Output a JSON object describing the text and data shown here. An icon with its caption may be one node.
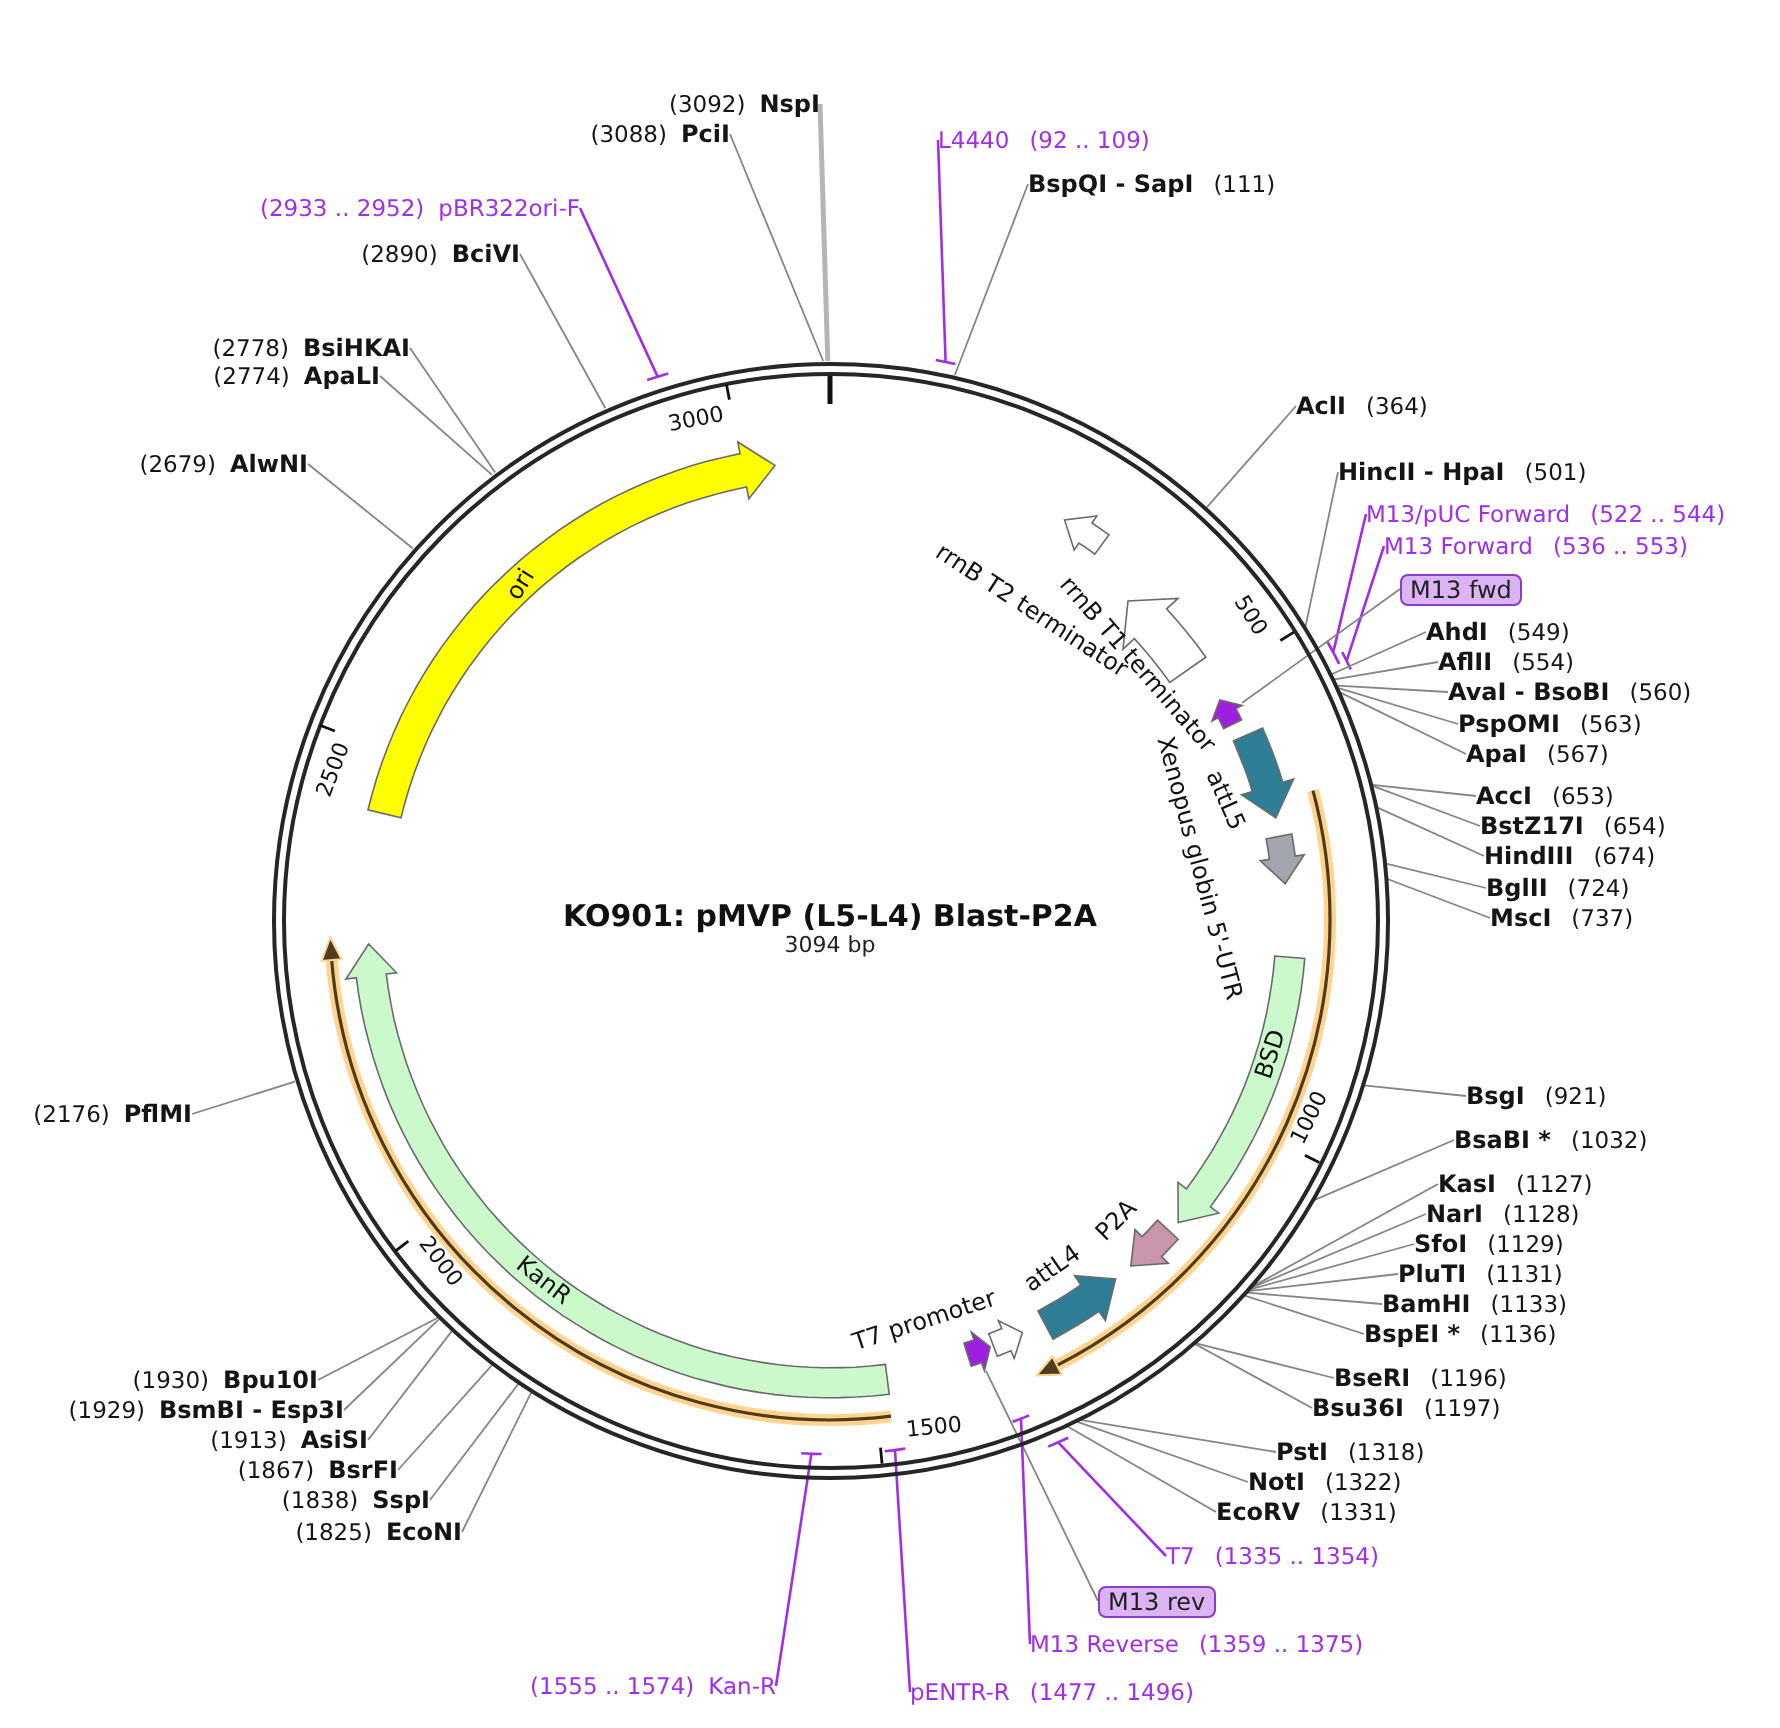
{
  "diagram": {
    "nodes": [
      {
        "text": [
          "KO901: pMVP (L5-L4) Blast-P2A",
          "3094 bp"
        ]
      },
      {
        "text": [
          "ori"
        ],
        "in": 0
      },
      {
        "text": [
          "rrnB T2 terminator"
        ],
        "in": 0
      },
      {
        "text": [
          "rrnB T1 terminator"
        ],
        "in": 0
      },
      {
        "text": [],
        "shape": "arrow",
        "in": 0
      },
      {
        "text": [
          "attL5"
        ],
        "in": 0
      },
      {
        "text": [
          "Xenopus globin 5'-UTR"
        ],
        "in": 0
      },
      {
        "text": [
          "BSD"
        ],
        "in": 0
      },
      {
        "text": [
          "P2A"
        ],
        "in": 0
      },
      {
        "text": [
          "attL4"
        ],
        "in": 0
      },
      {
        "text": [
          "T7 promoter"
        ],
        "in": 0
      },
      {
        "text": [],
        "shape": "arrow",
        "in": 0
      },
      {
        "text": [
          "KanR"
        ],
        "in": 0
      },
      {
        "text": [
          "(3092)",
          "NspI"
        ]
      },
      {
        "text": [
          "(3088)",
          "PciI"
        ]
      },
      {
        "text": [
          "(2933 .. 2952)",
          "pBR322ori-F"
        ]
      },
      {
        "text": [
          "(2890)",
          "BciVI"
        ]
      },
      {
        "text": [
          "(2778)",
          "BsiHKAI"
        ]
      },
      {
        "text": [
          "(2774)",
          "ApaLI"
        ]
      },
      {
        "text": [
          "(2679)",
          "AlwNI"
        ]
      },
      {
        "text": [
          "(2176)",
          "PflMI"
        ]
      },
      {
        "text": [
          "(1930)",
          "Bpu10I"
        ]
      },
      {
        "text": [
          "(1929)",
          "BsmBI - Esp3I"
        ]
      },
      {
        "text": [
          "(1913)",
          "AsiSI"
        ]
      },
      {
        "text": [
          "(1867)",
          "BsrFI"
        ]
      },
      {
        "text": [
          "(1838)",
          "SspI"
        ]
      },
      {
        "text": [
          "(1825)",
          "EcoNI"
        ]
      },
      {
        "text": [
          "(1555 .. 1574)",
          "Kan-R"
        ]
      },
      {
        "text": [
          "pENTR-R",
          "(1477 .. 1496)"
        ]
      },
      {
        "text": [
          "L4440",
          "(92 .. 109)"
        ]
      },
      {
        "text": [
          "BspQI - SapI",
          "(111)"
        ]
      },
      {
        "text": [
          "AclI",
          "(364)"
        ]
      },
      {
        "text": [
          "HincII - HpaI",
          "(501)"
        ]
      },
      {
        "text": [
          "M13/pUC Forward",
          "(522 .. 544)"
        ]
      },
      {
        "text": [
          "M13 Forward",
          "(536 .. 553)"
        ]
      },
      {
        "text": [
          "M13 fwd"
        ]
      },
      {
        "text": [
          "AhdI",
          "(549)"
        ]
      },
      {
        "text": [
          "AflII",
          "(554)"
        ]
      },
      {
        "text": [
          "AvaI - BsoBI",
          "(560)"
        ]
      },
      {
        "text": [
          "PspOMI",
          "(563)"
        ]
      },
      {
        "text": [
          "ApaI",
          "(567)"
        ]
      },
      {
        "text": [
          "AccI",
          "(653)"
        ]
      },
      {
        "text": [
          "BstZ17I",
          "(654)"
        ]
      },
      {
        "text": [
          "HindIII",
          "(674)"
        ]
      },
      {
        "text": [
          "BglII",
          "(724)"
        ]
      },
      {
        "text": [
          "MscI",
          "(737)"
        ]
      },
      {
        "text": [
          "BsgI",
          "(921)"
        ]
      },
      {
        "text": [
          "BsaBI *",
          "(1032)"
        ]
      },
      {
        "text": [
          "KasI",
          "(1127)"
        ]
      },
      {
        "text": [
          "NarI",
          "(1128)"
        ]
      },
      {
        "text": [
          "SfoI",
          "(1129)"
        ]
      },
      {
        "text": [
          "PluTI",
          "(1131)"
        ]
      },
      {
        "text": [
          "BamHI",
          "(1133)"
        ]
      },
      {
        "text": [
          "BspEI *",
          "(1136)"
        ]
      },
      {
        "text": [
          "BseRI",
          "(1196)"
        ]
      },
      {
        "text": [
          "Bsu36I",
          "(1197)"
        ]
      },
      {
        "text": [
          "PstI",
          "(1318)"
        ]
      },
      {
        "text": [
          "NotI",
          "(1322)"
        ]
      },
      {
        "text": [
          "EcoRV",
          "(1331)"
        ]
      },
      {
        "text": [
          "T7",
          "(1335 .. 1354)"
        ]
      },
      {
        "text": [
          "M13 rev"
        ]
      },
      {
        "text": [
          "M13 Reverse",
          "(1359 .. 1375)"
        ]
      }
    ],
    "edges": [
      {
        "from": 13,
        "to": 0,
        "arrow": "none",
        "style": "thick",
        "color": "#b5b5b5"
      },
      {
        "from": 14,
        "to": 0,
        "arrow": "none"
      },
      {
        "from": 15,
        "to": 0,
        "arrow": "none",
        "color": "#a02ee8"
      },
      {
        "from": 16,
        "to": 0,
        "arrow": "none"
      },
      {
        "from": 17,
        "to": 0,
        "arrow": "none"
      },
      {
        "from": 18,
        "to": 0,
        "arrow": "none"
      },
      {
        "from": 19,
        "to": 0,
        "arrow": "none"
      },
      {
        "from": 20,
        "to": 0,
        "arrow": "none"
      },
      {
        "from": 21,
        "to": 0,
        "arrow": "none"
      },
      {
        "from": 22,
        "to": 0,
        "arrow": "none"
      },
      {
        "from": 23,
        "to": 0,
        "arrow": "none"
      },
      {
        "from": 24,
        "to": 0,
        "arrow": "none"
      },
      {
        "from": 25,
        "to": 0,
        "arrow": "none"
      },
      {
        "from": 26,
        "to": 0,
        "arrow": "none"
      },
      {
        "from": 27,
        "to": 0,
        "arrow": "none",
        "color": "#a02ee8"
      },
      {
        "from": 28,
        "to": 0,
        "arrow": "none",
        "color": "#a02ee8"
      },
      {
        "from": 29,
        "to": 0,
        "arrow": "none",
        "color": "#a02ee8"
      },
      {
        "from": 30,
        "to": 0,
        "arrow": "none"
      },
      {
        "from": 31,
        "to": 0,
        "arrow": "none"
      },
      {
        "from": 32,
        "to": 0,
        "arrow": "none"
      },
      {
        "from": 33,
        "to": 0,
        "arrow": "none",
        "color": "#a02ee8"
      },
      {
        "from": 34,
        "to": 0,
        "arrow": "none",
        "color": "#a02ee8"
      },
      {
        "from": 35,
        "to": 4,
        "arrow": "none"
      },
      {
        "from": 36,
        "to": 0,
        "arrow": "none"
      },
      {
        "from": 37,
        "to": 0,
        "arrow": "none"
      },
      {
        "from": 38,
        "to": 0,
        "arrow": "none"
      },
      {
        "from": 39,
        "to": 0,
        "arrow": "none"
      },
      {
        "from": 40,
        "to": 0,
        "arrow": "none"
      },
      {
        "from": 41,
        "to": 0,
        "arrow": "none"
      },
      {
        "from": 42,
        "to": 0,
        "arrow": "none"
      },
      {
        "from": 43,
        "to": 0,
        "arrow": "none"
      },
      {
        "from": 44,
        "to": 0,
        "arrow": "none"
      },
      {
        "from": 45,
        "to": 0,
        "arrow": "none"
      },
      {
        "from": 46,
        "to": 0,
        "arrow": "none"
      },
      {
        "from": 47,
        "to": 0,
        "arrow": "none"
      },
      {
        "from": 48,
        "to": 0,
        "arrow": "none"
      },
      {
        "from": 49,
        "to": 0,
        "arrow": "none"
      },
      {
        "from": 50,
        "to": 0,
        "arrow": "none"
      },
      {
        "from": 51,
        "to": 0,
        "arrow": "none"
      },
      {
        "from": 52,
        "to": 0,
        "arrow": "none"
      },
      {
        "from": 53,
        "to": 0,
        "arrow": "none"
      },
      {
        "from": 54,
        "to": 0,
        "arrow": "none"
      },
      {
        "from": 55,
        "to": 0,
        "arrow": "none"
      },
      {
        "from": 56,
        "to": 0,
        "arrow": "none"
      },
      {
        "from": 57,
        "to": 0,
        "arrow": "none"
      },
      {
        "from": 58,
        "to": 0,
        "arrow": "none"
      },
      {
        "from": 59,
        "to": 0,
        "arrow": "none",
        "color": "#a02ee8"
      },
      {
        "from": 60,
        "to": 11,
        "arrow": "none"
      },
      {
        "from": 61,
        "to": 0,
        "arrow": "none",
        "color": "#a02ee8"
      }
    ],
    "labels": [
      "500",
      "1000",
      "1500",
      "2000",
      "2500",
      "3000"
    ]
  }
}
